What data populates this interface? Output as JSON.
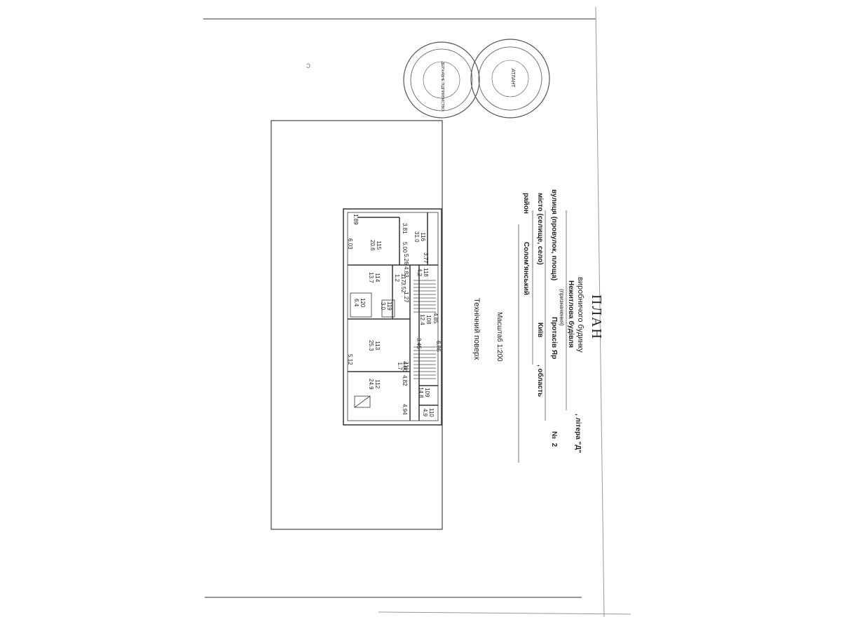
{
  "document": {
    "title": "ПЛАН",
    "subtitle": "виробничого будинку",
    "building_type": "Нежитлова будівля",
    "building_type_note": "(призначення)",
    "litera_label": ", літера \"",
    "litera_value": "Д",
    "litera_close": "\"",
    "street_label": "вулиця (провулок, площа)",
    "street_value": "Протасів Яр",
    "number_label": "№",
    "number_value": "2",
    "city_label": "місто (селище, село)",
    "city_value": "Київ",
    "oblast_label": ", область",
    "district_label": "район",
    "district_value": "Солом'янський",
    "scale": "Масштаб 1:200",
    "floor_name": "Технічний поверх"
  },
  "floorplan": {
    "rooms": [
      {
        "id": "rm-116",
        "number": "116",
        "area": "31.0"
      },
      {
        "id": "rm-115",
        "number": "115",
        "area": "20.6"
      },
      {
        "id": "rm-114",
        "number": "114",
        "area": "13.7"
      },
      {
        "id": "rm-120",
        "number": "120",
        "area": "6.4"
      },
      {
        "id": "rm-119",
        "number": "119",
        "area": "3.0"
      },
      {
        "id": "rm-118",
        "number": "118",
        "area": "4.2"
      },
      {
        "id": "rm-117",
        "number": "117",
        "area": "1.2"
      },
      {
        "id": "rm-113",
        "number": "113",
        "area": "25.3"
      },
      {
        "id": "rm-112",
        "number": "112",
        "area": "24.9"
      },
      {
        "id": "rm-111",
        "number": "111",
        "area": "1.7"
      },
      {
        "id": "rm-109",
        "number": "109",
        "area": "14.8"
      },
      {
        "id": "rm-110",
        "number": "110",
        "area": "4.9"
      },
      {
        "id": "rm-108",
        "number": "108",
        "area": "12.4"
      }
    ],
    "dimensions": [
      "1.89",
      "3.81",
      "6.03",
      "5.00",
      "3.77",
      "5.26",
      "4.83",
      "3.52",
      "1.27",
      "5.12",
      "4.80",
      "4.82",
      "4.94",
      "6.86",
      "3.45",
      "4.85"
    ]
  },
  "stamps": {
    "left_text": "ДЕРЖАВНЕ ПІДПРИЄМСТВО",
    "right_text": "АТЛАНТ"
  }
}
